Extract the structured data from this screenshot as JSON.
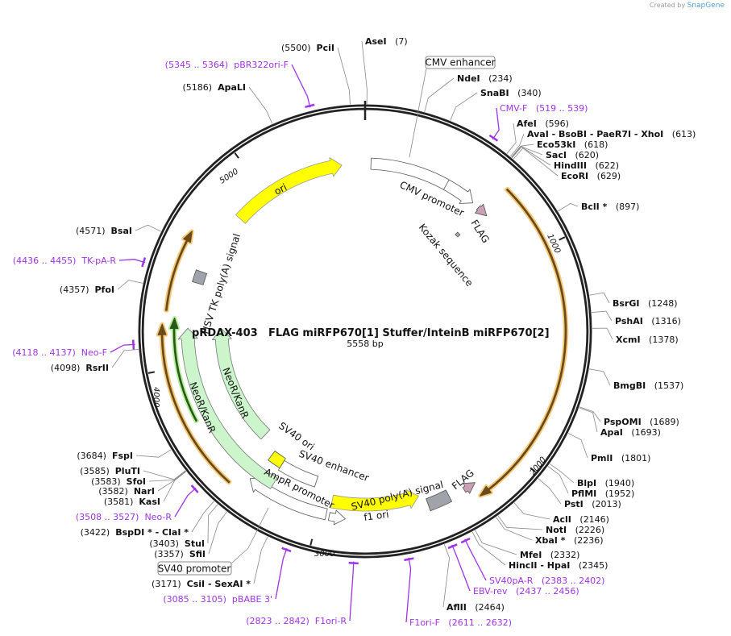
{
  "credit": {
    "prefix": "Created by",
    "brand": "SnapGene"
  },
  "plasmid": {
    "name": "pRDAX-403",
    "description": "FLAG miRFP670[1] Stuffer/InteinB miRFP670[2]",
    "length": "5558 bp"
  },
  "ticks": [
    "1000",
    "2000",
    "3000",
    "4000",
    "5000"
  ],
  "colors": {
    "backbone": "#222222",
    "primer": "#a033e8",
    "ori": "#ffff00",
    "marker": "#ccf5cc",
    "cds": "#f6c97a",
    "flag": "#c9a0b4",
    "polyA": "#a0a4aa"
  },
  "sites": [
    {
      "name": "AseI",
      "pos": "(7)"
    },
    {
      "name": "PciI",
      "pos": "(5500)"
    },
    {
      "name": "ApaLI",
      "pos": "(5186)"
    },
    {
      "name": "NdeI",
      "pos": "(234)"
    },
    {
      "name": "SnaBI",
      "pos": "(340)"
    },
    {
      "name": "AfeI",
      "pos": "(596)"
    },
    {
      "name": "AvaI  - BsoBI  - PaeR7I  - XhoI",
      "pos": "(613)"
    },
    {
      "name": "Eco53kI",
      "pos": "(618)"
    },
    {
      "name": "SacI",
      "pos": "(620)"
    },
    {
      "name": "HindIII",
      "pos": "(622)"
    },
    {
      "name": "EcoRI",
      "pos": "(629)"
    },
    {
      "name": "BclI *",
      "pos": "(897)"
    },
    {
      "name": "BsrGI",
      "pos": "(1248)"
    },
    {
      "name": "PshAI",
      "pos": "(1316)"
    },
    {
      "name": "XcmI",
      "pos": "(1378)"
    },
    {
      "name": "BmgBI",
      "pos": "(1537)"
    },
    {
      "name": "PspOMI",
      "pos": "(1689)"
    },
    {
      "name": "ApaI",
      "pos": "(1693)"
    },
    {
      "name": "PmlI",
      "pos": "(1801)"
    },
    {
      "name": "BlpI",
      "pos": "(1940)"
    },
    {
      "name": "PflMI",
      "pos": "(1952)"
    },
    {
      "name": "PstI",
      "pos": "(2013)"
    },
    {
      "name": "AclI",
      "pos": "(2146)"
    },
    {
      "name": "NotI",
      "pos": "(2226)"
    },
    {
      "name": "XbaI *",
      "pos": "(2236)"
    },
    {
      "name": "MfeI",
      "pos": "(2332)"
    },
    {
      "name": "HincII  - HpaI",
      "pos": "(2345)"
    },
    {
      "name": "AflII",
      "pos": "(2464)"
    },
    {
      "name": "CsiI  - SexAI *",
      "pos": "(3171)"
    },
    {
      "name": "SfiI",
      "pos": "(3357)"
    },
    {
      "name": "StuI",
      "pos": "(3403)"
    },
    {
      "name": "BspDI *  - ClaI *",
      "pos": "(3422)"
    },
    {
      "name": "KasI",
      "pos": "(3581)"
    },
    {
      "name": "NarI",
      "pos": "(3582)"
    },
    {
      "name": "SfoI",
      "pos": "(3583)"
    },
    {
      "name": "PluTI",
      "pos": "(3585)"
    },
    {
      "name": "FspI",
      "pos": "(3684)"
    },
    {
      "name": "RsrII",
      "pos": "(4098)"
    },
    {
      "name": "PfoI",
      "pos": "(4357)"
    },
    {
      "name": "BsaI",
      "pos": "(4571)"
    }
  ],
  "primers": [
    {
      "name": "pBR322ori-F",
      "range": "(5345 .. 5364)"
    },
    {
      "name": "CMV-F",
      "range": "(519 .. 539)"
    },
    {
      "name": "SV40pA-R",
      "range": "(2383 .. 2402)"
    },
    {
      "name": "EBV-rev",
      "range": "(2437 .. 2456)"
    },
    {
      "name": "F1ori-F",
      "range": "(2611 .. 2632)"
    },
    {
      "name": "F1ori-R",
      "range": "(2823 .. 2842)"
    },
    {
      "name": "pBABE 3'",
      "range": "(3085 .. 3105)"
    },
    {
      "name": "Neo-R",
      "range": "(3508 .. 3527)"
    },
    {
      "name": "Neo-F",
      "range": "(4118 .. 4137)"
    },
    {
      "name": "TK-pA-R",
      "range": "(4436 .. 4455)"
    }
  ],
  "boxed_features": [
    "CMV enhancer",
    "SV40 promoter"
  ],
  "features": {
    "cmv_promoter": "CMV promoter",
    "flag1": "FLAG",
    "kozak": "Kozak sequence",
    "ori": "ori",
    "sv40_polya": "SV40 poly(A) signal",
    "flag2": "FLAG",
    "f1_ori": "f1 ori",
    "ampr_promoter": "AmpR promoter",
    "sv40_enhancer": "SV40 enhancer",
    "sv40_ori": "SV40 ori",
    "neor_outer": "NeoR/KanR",
    "neor_inner": "NeoR/KanR",
    "hsv_tk_polya": "HSV TK poly(A) signal"
  }
}
